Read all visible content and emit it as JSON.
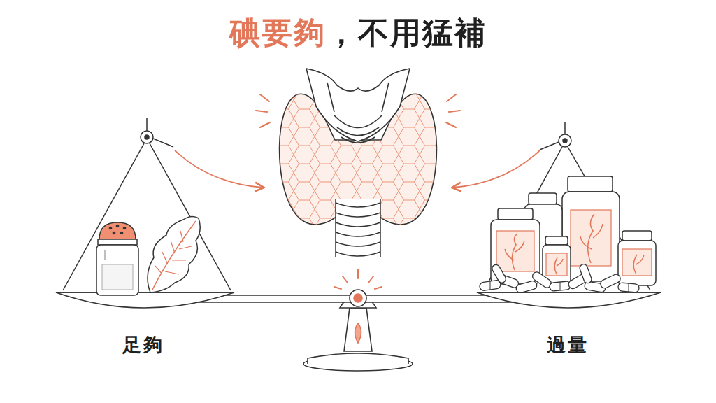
{
  "diagram": {
    "title": "碘要夠，不用猛補",
    "labels": [
      "足夠",
      "過量"
    ]
  }
}
